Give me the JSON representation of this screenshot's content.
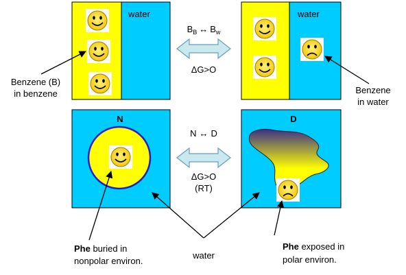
{
  "top": {
    "left_box": {
      "water_label": "water"
    },
    "right_box": {
      "water_label": "water"
    },
    "equation": {
      "left": "B",
      "left_sub": "B",
      "arrow": "↔",
      "right": "B",
      "right_sub": "w"
    },
    "delta_g": "ΔG>O",
    "labels": {
      "benzene_in_benzene_line1": "Benzene (B)",
      "benzene_in_benzene_line2": "in benzene",
      "benzene_in_water_line1": "Benzene",
      "benzene_in_water_line2": "in water"
    }
  },
  "bottom": {
    "left_box": {
      "title": "N"
    },
    "right_box": {
      "title": "D"
    },
    "equation": {
      "left": "N",
      "arrow": "↔",
      "right": "D"
    },
    "delta_g": "ΔG>O",
    "condition": "(RT)",
    "labels": {
      "phe_buried_bold": "Phe",
      "phe_buried_rest": " buried in",
      "phe_buried_line2": "nonpolar environ.",
      "water": "water",
      "phe_exposed_bold": "Phe",
      "phe_exposed_rest": " exposed in",
      "phe_exposed_line2": "polar environ."
    }
  },
  "colors": {
    "water": "#00ccff",
    "benzene": "#ffff00",
    "protein_ring": "#1f1fcc",
    "arrow_fill": "#c9e8ef",
    "arrow_stroke": "#6a9fb0",
    "blob_top": "#3a3088",
    "blob_bottom": "#ffff00"
  },
  "icons": {
    "happy": "smiley-happy-icon",
    "sad": "smiley-sad-icon"
  }
}
